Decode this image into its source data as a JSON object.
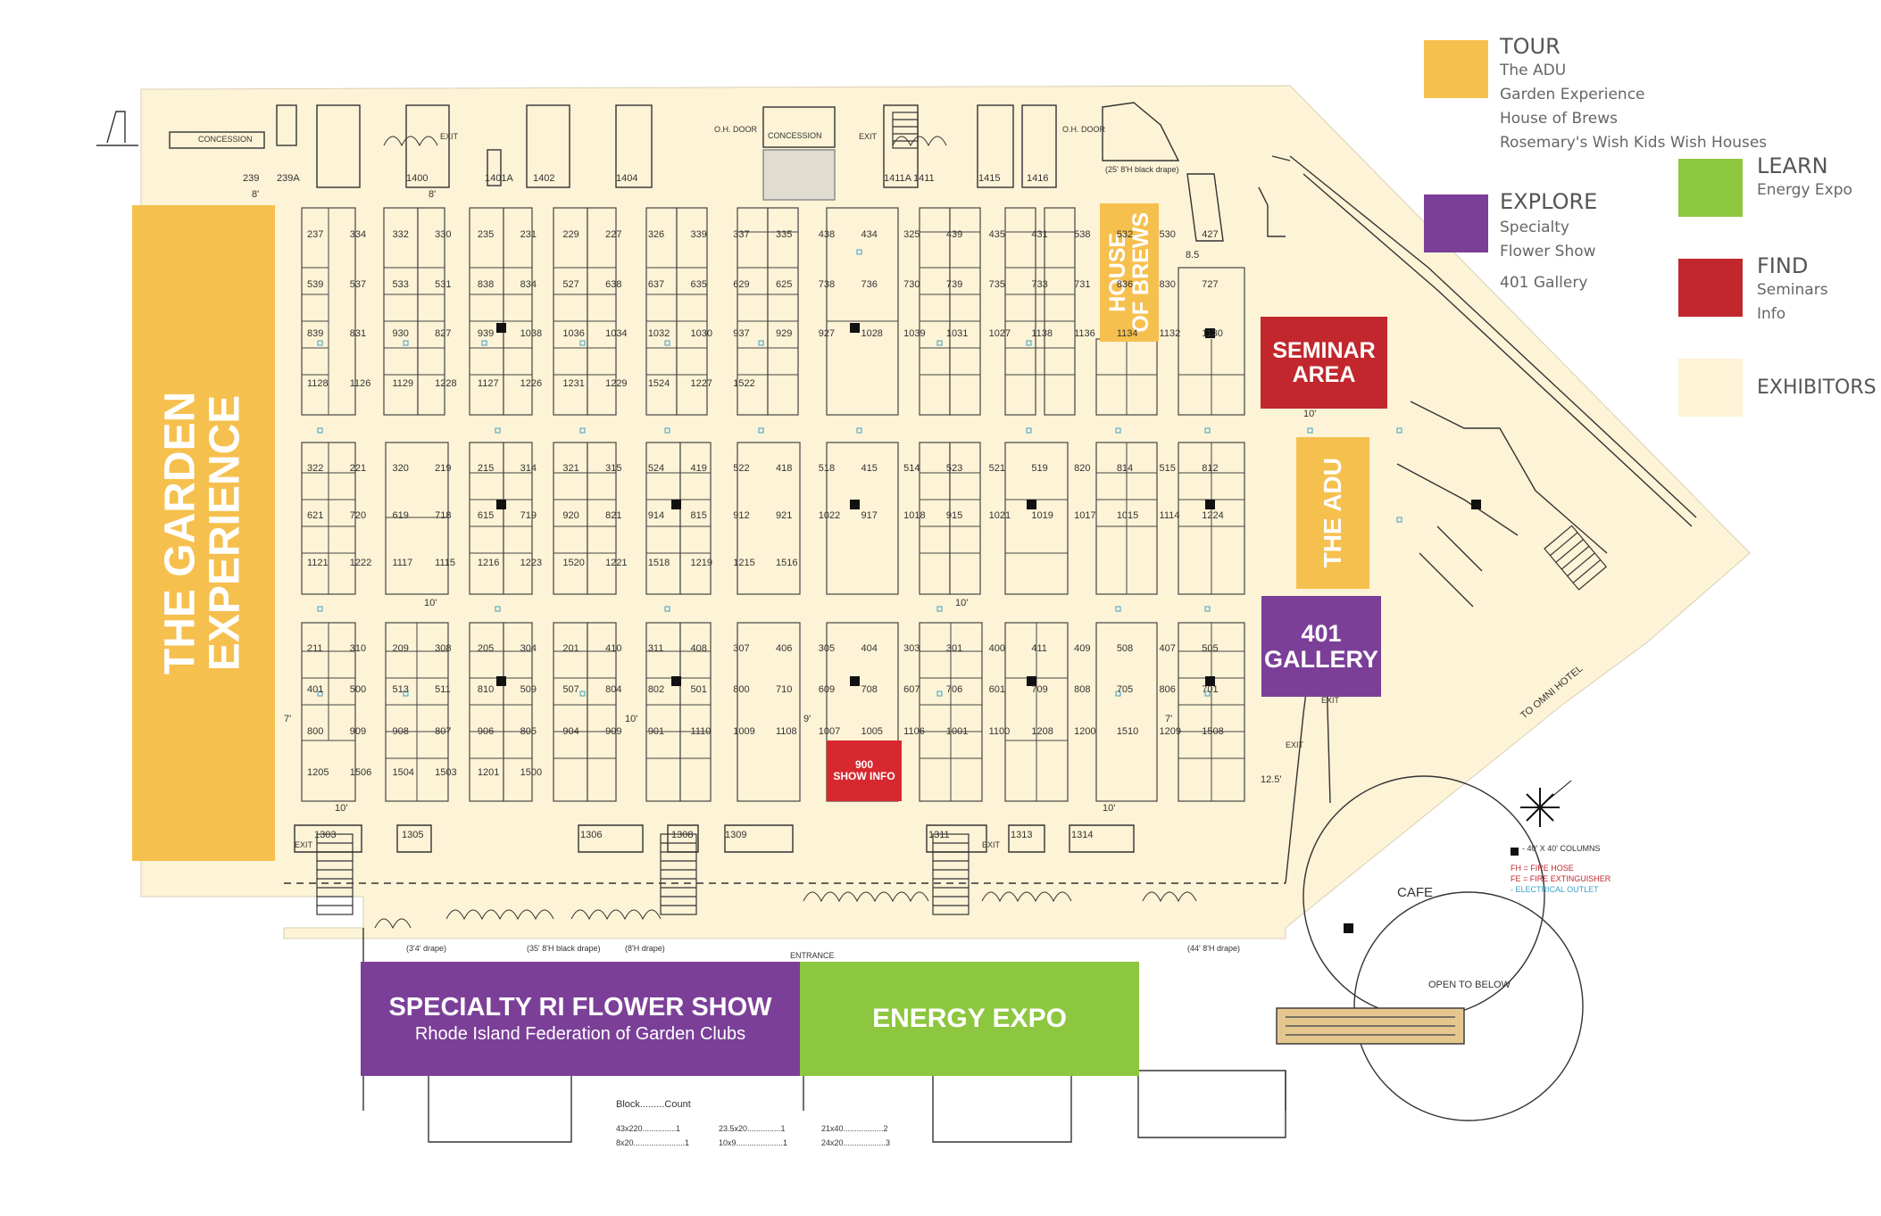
{
  "legend": {
    "tour": {
      "title": "TOUR",
      "items": [
        "The ADU",
        "Garden Experience",
        "House of Brews",
        "Rosemary's Wish Kids Wish Houses"
      ],
      "color": "#f6c04f"
    },
    "explore": {
      "title": "EXPLORE",
      "items": [
        "Specialty",
        "Flower Show",
        "401 Gallery"
      ],
      "color": "#7b3f98"
    },
    "learn": {
      "title": "LEARN",
      "items": [
        "Energy Expo"
      ],
      "color": "#8dc63f"
    },
    "find": {
      "title": "FIND",
      "items": [
        "Seminars",
        "Info"
      ],
      "color": "#c1272d"
    },
    "exhibitors": {
      "title": "EXHIBITORS",
      "color": "#fdf3d6"
    }
  },
  "areas": {
    "garden_experience": [
      "THE GARDEN",
      "EXPERIENCE"
    ],
    "house_of_brews": [
      "HOUSE",
      "OF BREWS"
    ],
    "seminar_area": [
      "SEMINAR",
      "AREA"
    ],
    "the_adu": "THE ADU",
    "gallery_401": [
      "401",
      "GALLERY"
    ],
    "flower_show": {
      "title": "SPECIALTY RI FLOWER SHOW",
      "subtitle": "Rhode Island Federation of Garden Clubs"
    },
    "energy_expo": "ENERGY EXPO",
    "show_info": [
      "900",
      "SHOW INFO"
    ]
  },
  "top_rooms": [
    "239",
    "239A",
    "1400",
    "1401A",
    "1402",
    "1404",
    "1411A",
    "1411",
    "1415",
    "1416"
  ],
  "bottom_rooms": [
    "1303",
    "1305",
    "1306",
    "1308",
    "1309",
    "1311",
    "1313",
    "1314"
  ],
  "annotations": {
    "concession_left": "CONCESSION",
    "concession_mid": "CONCESSION",
    "exit": "EXIT",
    "oh_door": "O.H. DOOR",
    "cafe": "CAFE",
    "open_below": "OPEN TO BELOW",
    "to_omni": "TO OMNI HOTEL",
    "entrance": "ENTRANCE",
    "black_drape_top": "(25' 8'H black drape)",
    "black_drape_bottom": "(35' 8'H black drape)",
    "drape_44": "(44' 8'H drape)",
    "drape_8": "(8'H drape)",
    "drape_3": "(3'4' drape)",
    "aisle_8": "8'",
    "aisle_9": "9'",
    "aisle_10": "10'",
    "aisle_7": "7'",
    "aisle_85": "8.5",
    "aisle_125": "12.5'"
  },
  "map_legend": {
    "columns": "- 40' X 40' COLUMNS",
    "fire_hose": "FH = FIRE HOSE",
    "extinguisher": "FE = FIRE EXTINGUISHER",
    "outlet": "- ELECTRICAL OUTLET"
  },
  "block_count": {
    "header": "Block.........Count",
    "rows": [
      [
        "43x220...............1",
        "23.5x20...............1",
        "21x40..................2"
      ],
      [
        "8x20.......................1",
        "10x9.....................1",
        "24x20...................3"
      ]
    ]
  },
  "booths": [
    [
      "237",
      "334",
      "332",
      "330",
      "235",
      "231",
      "229",
      "227",
      "326",
      "339",
      "337",
      "335",
      "438",
      "434",
      "325",
      "439",
      "435",
      "431",
      "538",
      "532",
      "530",
      "427",
      "539",
      "537",
      "533",
      "531",
      "838",
      "834",
      "527",
      "638",
      "637",
      "635",
      "629",
      "625",
      "738",
      "736",
      "730",
      "739",
      "735",
      "733",
      "731",
      "836",
      "830",
      "727",
      "839",
      "831",
      "930",
      "827",
      "939",
      "1038",
      "1036",
      "1034",
      "1032",
      "1030",
      "937",
      "929",
      "927",
      "1028",
      "1039",
      "1031",
      "1027",
      "1138",
      "1136",
      "1134",
      "1132",
      "1130",
      "1128",
      "1126",
      "1129",
      "1228",
      "1127",
      "1226",
      "1231",
      "1229",
      "1524",
      "1227",
      "1522"
    ],
    [
      "322",
      "221",
      "320",
      "219",
      "215",
      "314",
      "321",
      "315",
      "524",
      "419",
      "522",
      "418",
      "518",
      "415",
      "514",
      "523",
      "521",
      "519",
      "820",
      "814",
      "515",
      "812",
      "621",
      "720",
      "619",
      "718",
      "615",
      "719",
      "920",
      "821",
      "914",
      "815",
      "912",
      "921",
      "1022",
      "917",
      "1018",
      "915",
      "1021",
      "1019",
      "1017",
      "1015",
      "1114",
      "1224",
      "1121",
      "1222",
      "1117",
      "1115",
      "1216",
      "1223",
      "1520",
      "1221",
      "1518",
      "1219",
      "1215",
      "1516"
    ],
    [
      "211",
      "310",
      "209",
      "308",
      "205",
      "304",
      "201",
      "410",
      "311",
      "408",
      "307",
      "406",
      "305",
      "404",
      "303",
      "301",
      "400",
      "411",
      "409",
      "508",
      "407",
      "505",
      "401",
      "500",
      "513",
      "511",
      "810",
      "509",
      "507",
      "804",
      "802",
      "501",
      "800",
      "710",
      "609",
      "708",
      "607",
      "706",
      "601",
      "709",
      "808",
      "705",
      "806",
      "701",
      "800",
      "909",
      "908",
      "807",
      "906",
      "805",
      "904",
      "909",
      "901",
      "1110",
      "1009",
      "1108",
      "1007",
      "1005",
      "1106",
      "1001",
      "1100",
      "1208",
      "1200",
      "1510",
      "1209",
      "1508",
      "1205",
      "1506",
      "1504",
      "1503",
      "1201",
      "1500"
    ]
  ]
}
